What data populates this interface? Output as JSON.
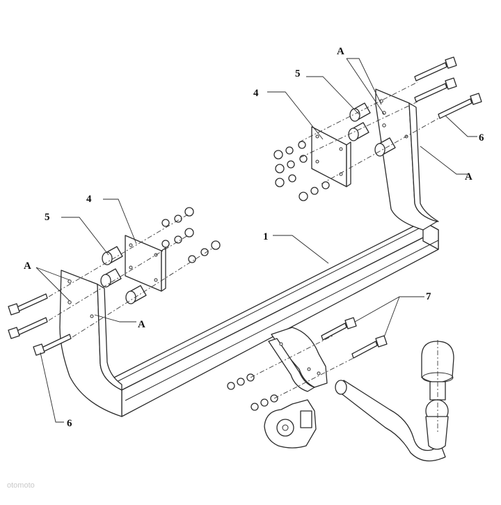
{
  "diagram": {
    "labels": {
      "main_beam": "1",
      "mounting_plate": "4",
      "spacer_tube": "5",
      "bolt_set": "6",
      "tow_ball_bolts": "7",
      "attachment_point": "A"
    },
    "watermark": "otomoto"
  }
}
